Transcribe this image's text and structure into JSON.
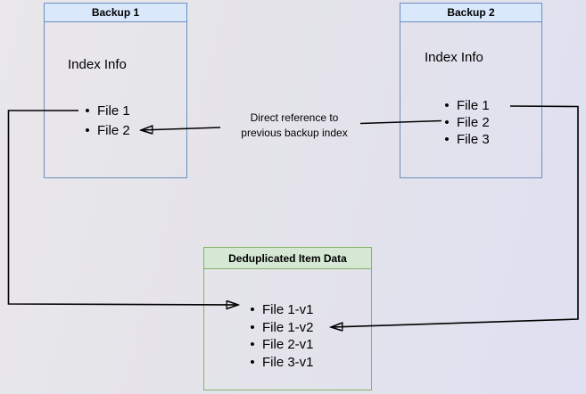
{
  "backup1": {
    "title": "Backup 1",
    "section_label": "Index Info",
    "files": [
      "File 1",
      "File 2"
    ]
  },
  "backup2": {
    "title": "Backup 2",
    "section_label": "Index Info",
    "files": [
      "File 1",
      "File 2",
      "File 3"
    ]
  },
  "dedup_store": {
    "title": "Deduplicated Item Data",
    "files": [
      "File 1-v1",
      "File 1-v2",
      "File 2-v1",
      "File 3-v1"
    ]
  },
  "annotation": {
    "line1": "Direct reference to",
    "line2": "previous backup index"
  },
  "edges": [
    {
      "from": "Backup 1 / File 1",
      "to": "Deduplicated Item Data / File 1-v1",
      "label": ""
    },
    {
      "from": "Backup 2 / File 2",
      "to": "Backup 1 / File 2",
      "label": "Direct reference to previous backup index"
    },
    {
      "from": "Backup 2 / File 1",
      "to": "Deduplicated Item Data / File 1-v2",
      "label": ""
    }
  ],
  "bullet_glyph": "•",
  "colors": {
    "blue_fill": "#dae8fc",
    "blue_border": "#6c8ebf",
    "green_fill": "#d5e8d4",
    "green_border": "#82b366",
    "arrow_color": "#000000",
    "text_color": "#000000"
  }
}
